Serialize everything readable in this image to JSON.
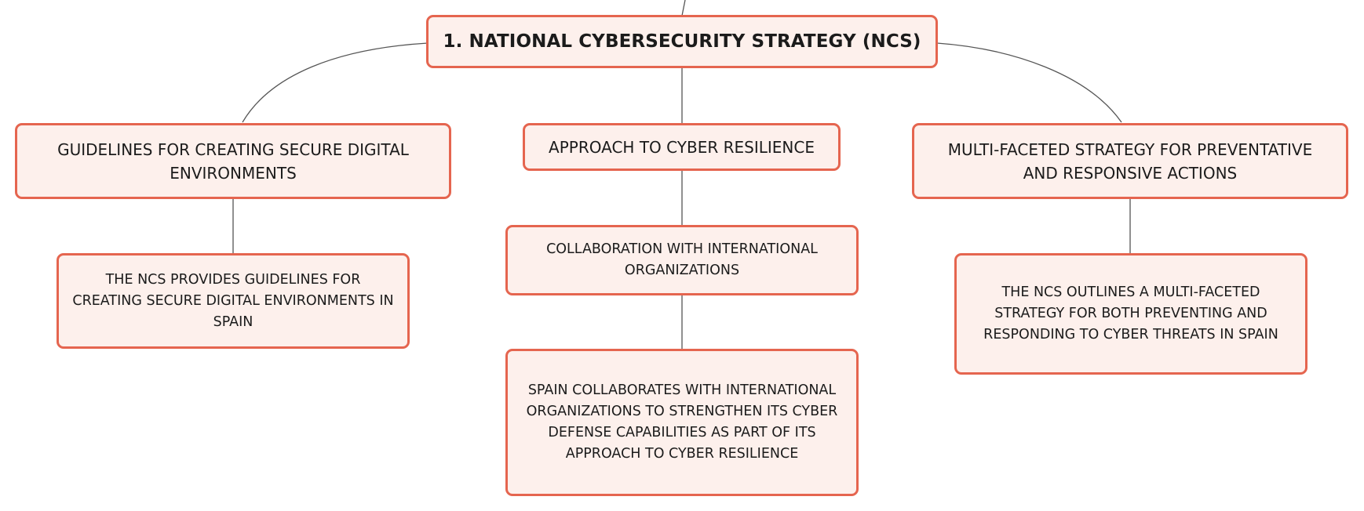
{
  "diagram": {
    "root": {
      "label": "1. NATIONAL CYBERSECURITY STRATEGY (NCS)"
    },
    "branches": [
      {
        "label": "GUIDELINES FOR CREATING SECURE DIGITAL ENVIRONMENTS",
        "children": [
          "THE NCS PROVIDES GUIDELINES FOR CREATING SECURE DIGITAL ENVIRONMENTS IN SPAIN"
        ]
      },
      {
        "label": "APPROACH TO CYBER RESILIENCE",
        "children": [
          "COLLABORATION WITH INTERNATIONAL ORGANIZATIONS",
          "SPAIN COLLABORATES WITH INTERNATIONAL ORGANIZATIONS TO STRENGTHEN ITS CYBER DEFENSE CAPABILITIES AS PART OF ITS APPROACH TO CYBER RESILIENCE"
        ]
      },
      {
        "label": "MULTI-FACETED STRATEGY FOR PREVENTATIVE AND RESPONSIVE ACTIONS",
        "children": [
          "THE NCS OUTLINES A MULTI-FACETED STRATEGY FOR BOTH PREVENTING AND RESPONDING TO CYBER THREATS IN SPAIN"
        ]
      }
    ],
    "colors": {
      "node_fill": "#fdf0ec",
      "node_border": "#e5654f",
      "connector": "#555555",
      "text": "#1b1b1b"
    }
  }
}
